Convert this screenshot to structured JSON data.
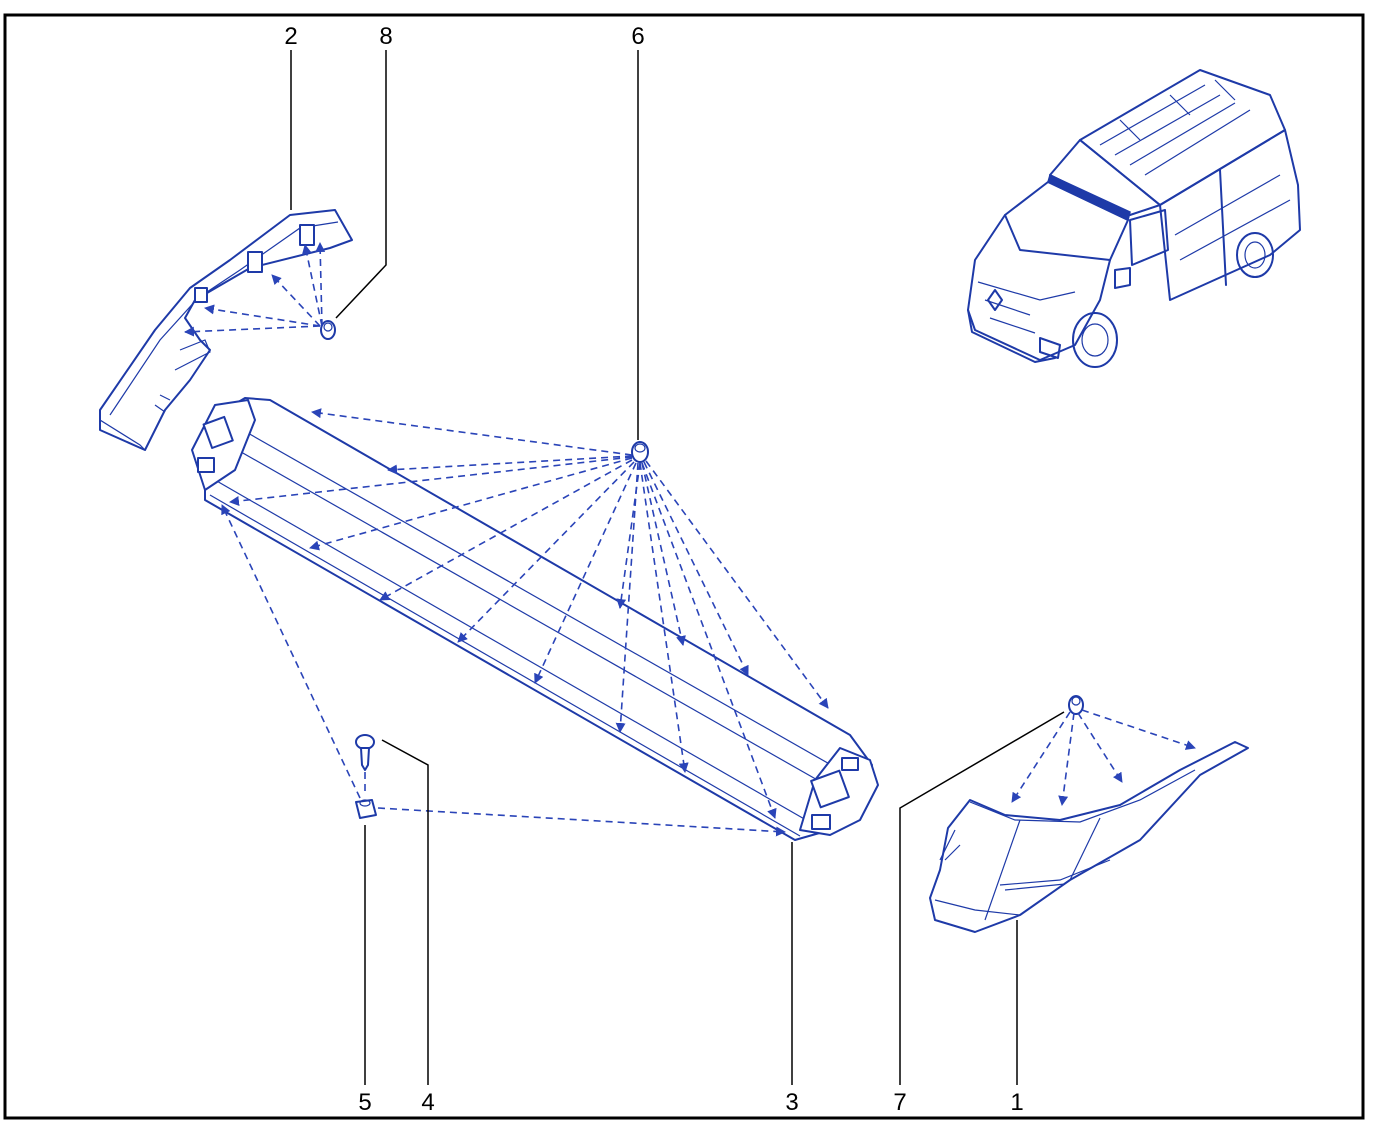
{
  "callouts": [
    {
      "id": "2",
      "label": "2"
    },
    {
      "id": "8",
      "label": "8"
    },
    {
      "id": "6",
      "label": "6"
    },
    {
      "id": "5",
      "label": "5"
    },
    {
      "id": "4",
      "label": "4"
    },
    {
      "id": "3",
      "label": "3"
    },
    {
      "id": "7",
      "label": "7"
    },
    {
      "id": "1",
      "label": "1"
    }
  ],
  "colors": {
    "part_line": "#1e3aa8",
    "frame": "#000000",
    "background": "#ffffff"
  },
  "icons": [
    "van-illustration"
  ]
}
